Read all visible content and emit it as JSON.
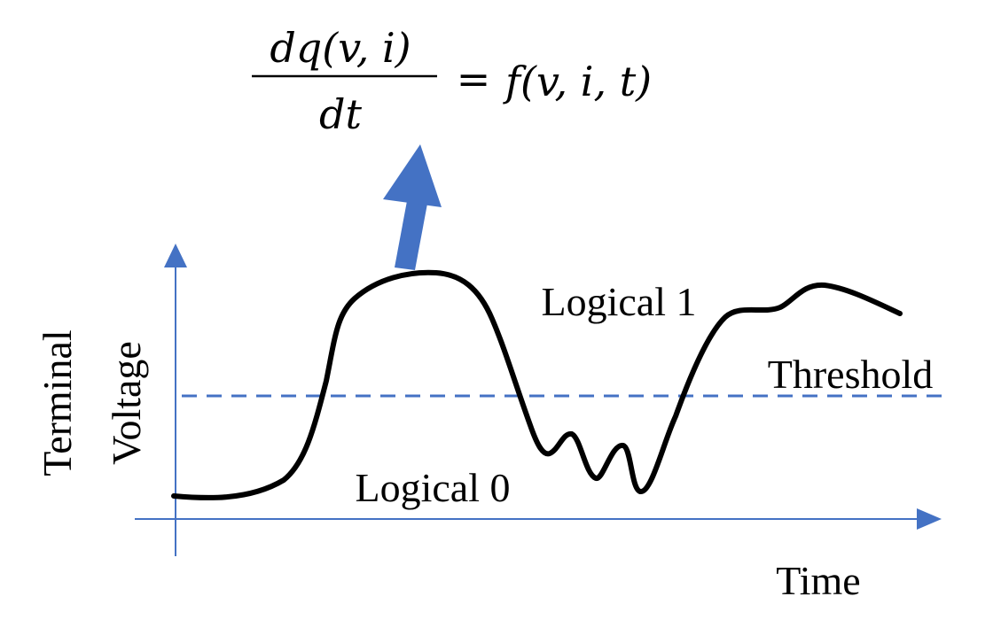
{
  "equation": {
    "numerator": "dq(v, i)",
    "denominator": "dt",
    "equals": "=",
    "rhs": "f(v, i, t)"
  },
  "labels": {
    "y_axis_line1": "Terminal",
    "y_axis_line2": "Voltage",
    "x_axis": "Time",
    "logical_1": "Logical 1",
    "logical_0": "Logical 0",
    "threshold": "Threshold"
  },
  "colors": {
    "axis": "#4472C4",
    "arrow": "#4472C4",
    "threshold_line": "#4472C4",
    "waveform": "#000000",
    "text": "#000000"
  }
}
